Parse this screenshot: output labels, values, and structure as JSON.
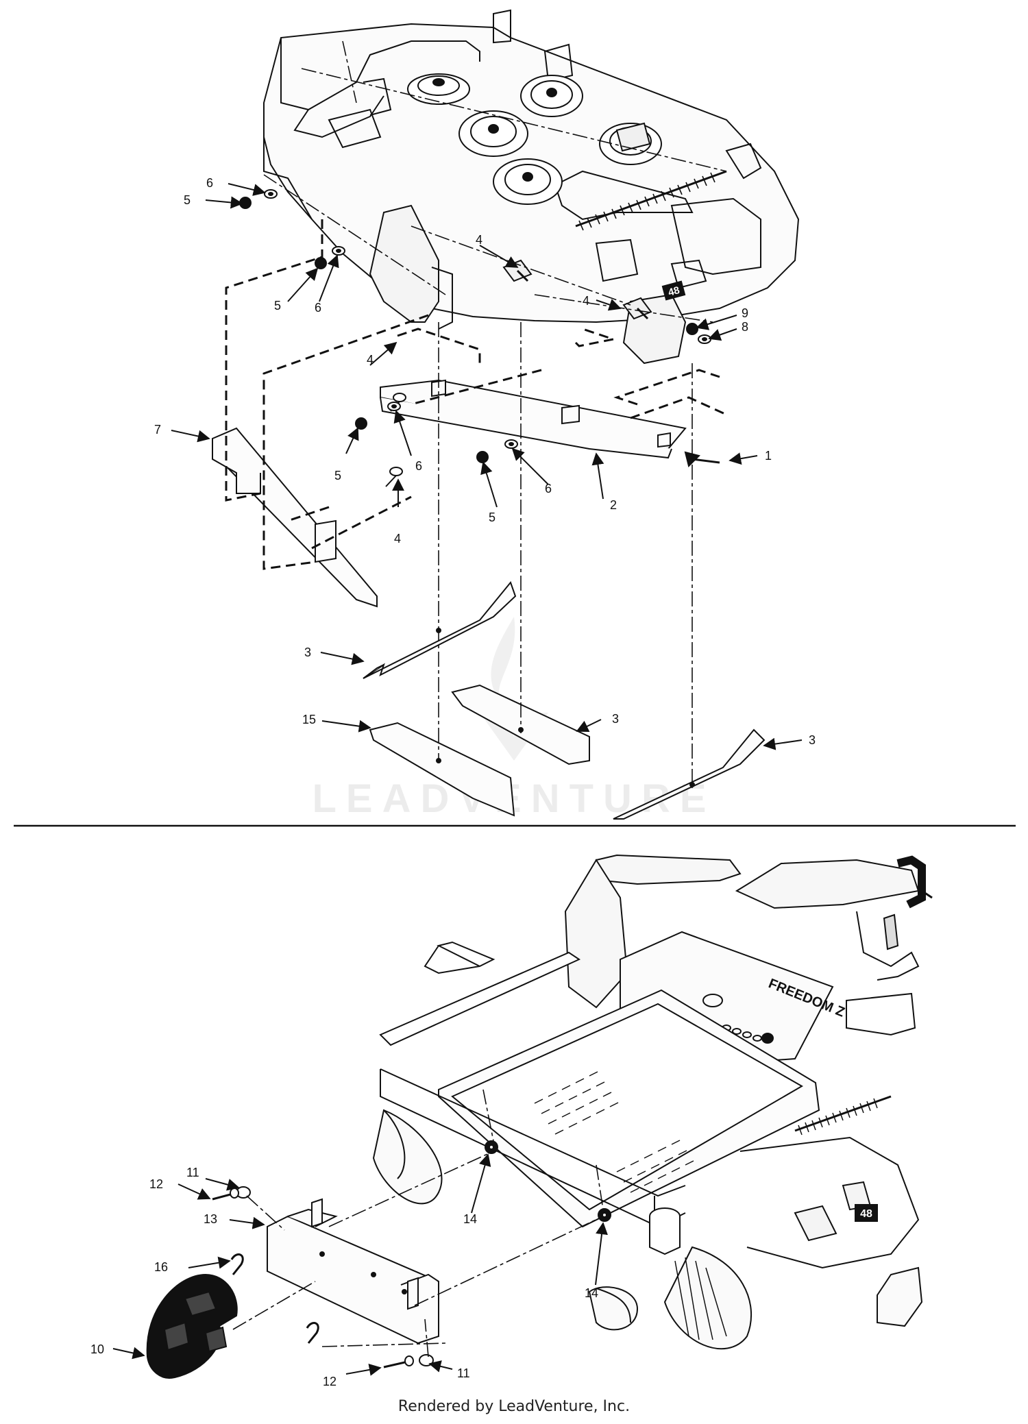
{
  "callouts_top": {
    "c1": "1",
    "c2": "2",
    "c3a": "3",
    "c3b": "3",
    "c3c": "3",
    "c4a": "4",
    "c4b": "4",
    "c4c": "4",
    "c4d": "4",
    "c5a": "5",
    "c5b": "5",
    "c5c": "5",
    "c5d": "5",
    "c6a": "6",
    "c6b": "6",
    "c6c": "6",
    "c6d": "6",
    "c7": "7",
    "c8": "8",
    "c9": "9",
    "c15": "15"
  },
  "callouts_bottom": {
    "c10": "10",
    "c11a": "11",
    "c11b": "11",
    "c12a": "12",
    "c12b": "12",
    "c13": "13",
    "c14a": "14",
    "c14b": "14",
    "c16": "16"
  },
  "deck_badge": "48",
  "brand_panel": "FREEDOM Z",
  "watermark": "LEADVENTURE",
  "footer": "Rendered by LeadVenture, Inc."
}
